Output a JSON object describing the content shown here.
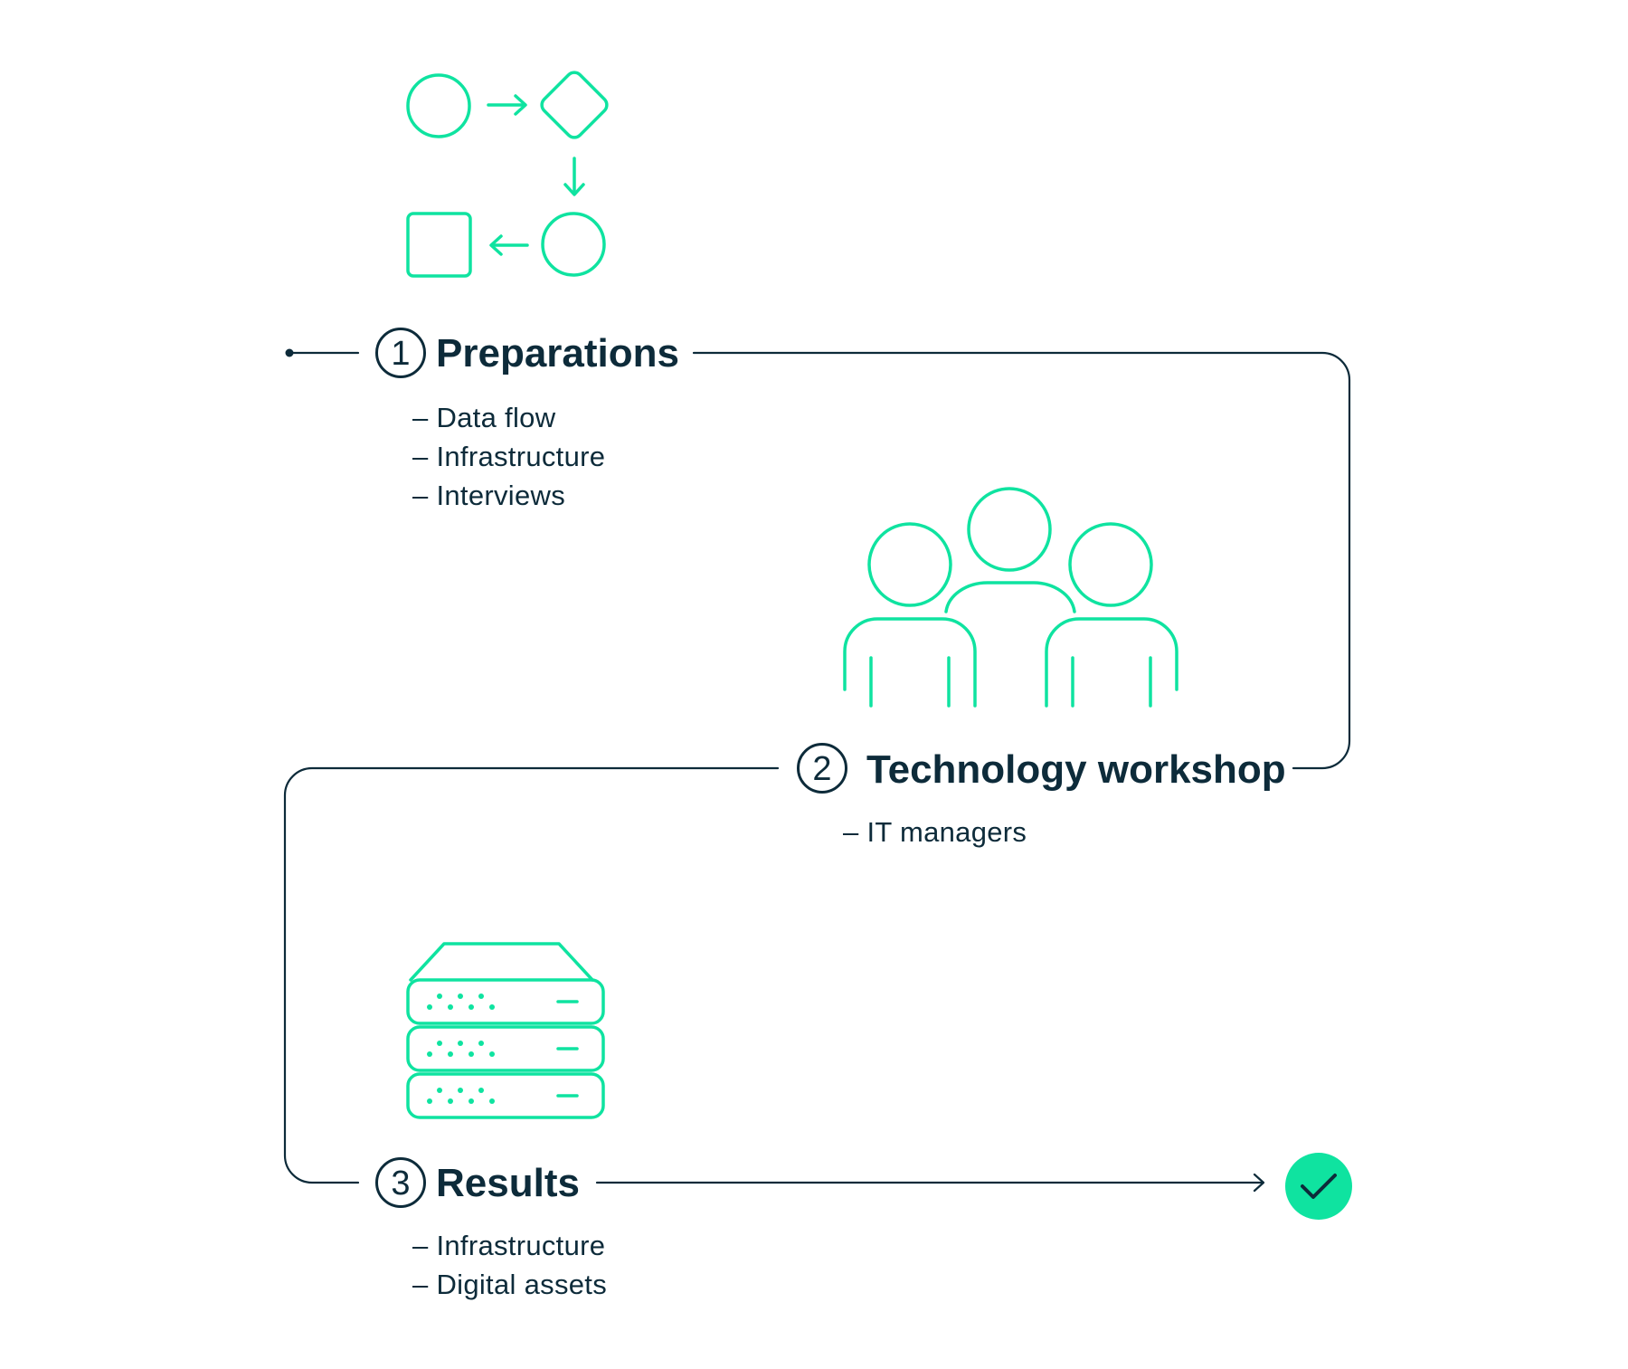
{
  "colors": {
    "accent_green": "#0fe3a0",
    "ink": "#0d2b3a",
    "background": "#ffffff"
  },
  "steps": [
    {
      "number": "1",
      "title": "Preparations",
      "items": [
        "– Data flow",
        "– Infrastructure",
        "– Interviews"
      ],
      "icon": "flowchart-icon"
    },
    {
      "number": "2",
      "title": "Technology workshop",
      "items": [
        "– IT managers"
      ],
      "icon": "people-group-icon"
    },
    {
      "number": "3",
      "title": "Results",
      "items": [
        "– Infrastructure",
        "– Digital assets"
      ],
      "icon": "server-stack-icon"
    }
  ],
  "end_marker": {
    "icon": "check-icon"
  }
}
